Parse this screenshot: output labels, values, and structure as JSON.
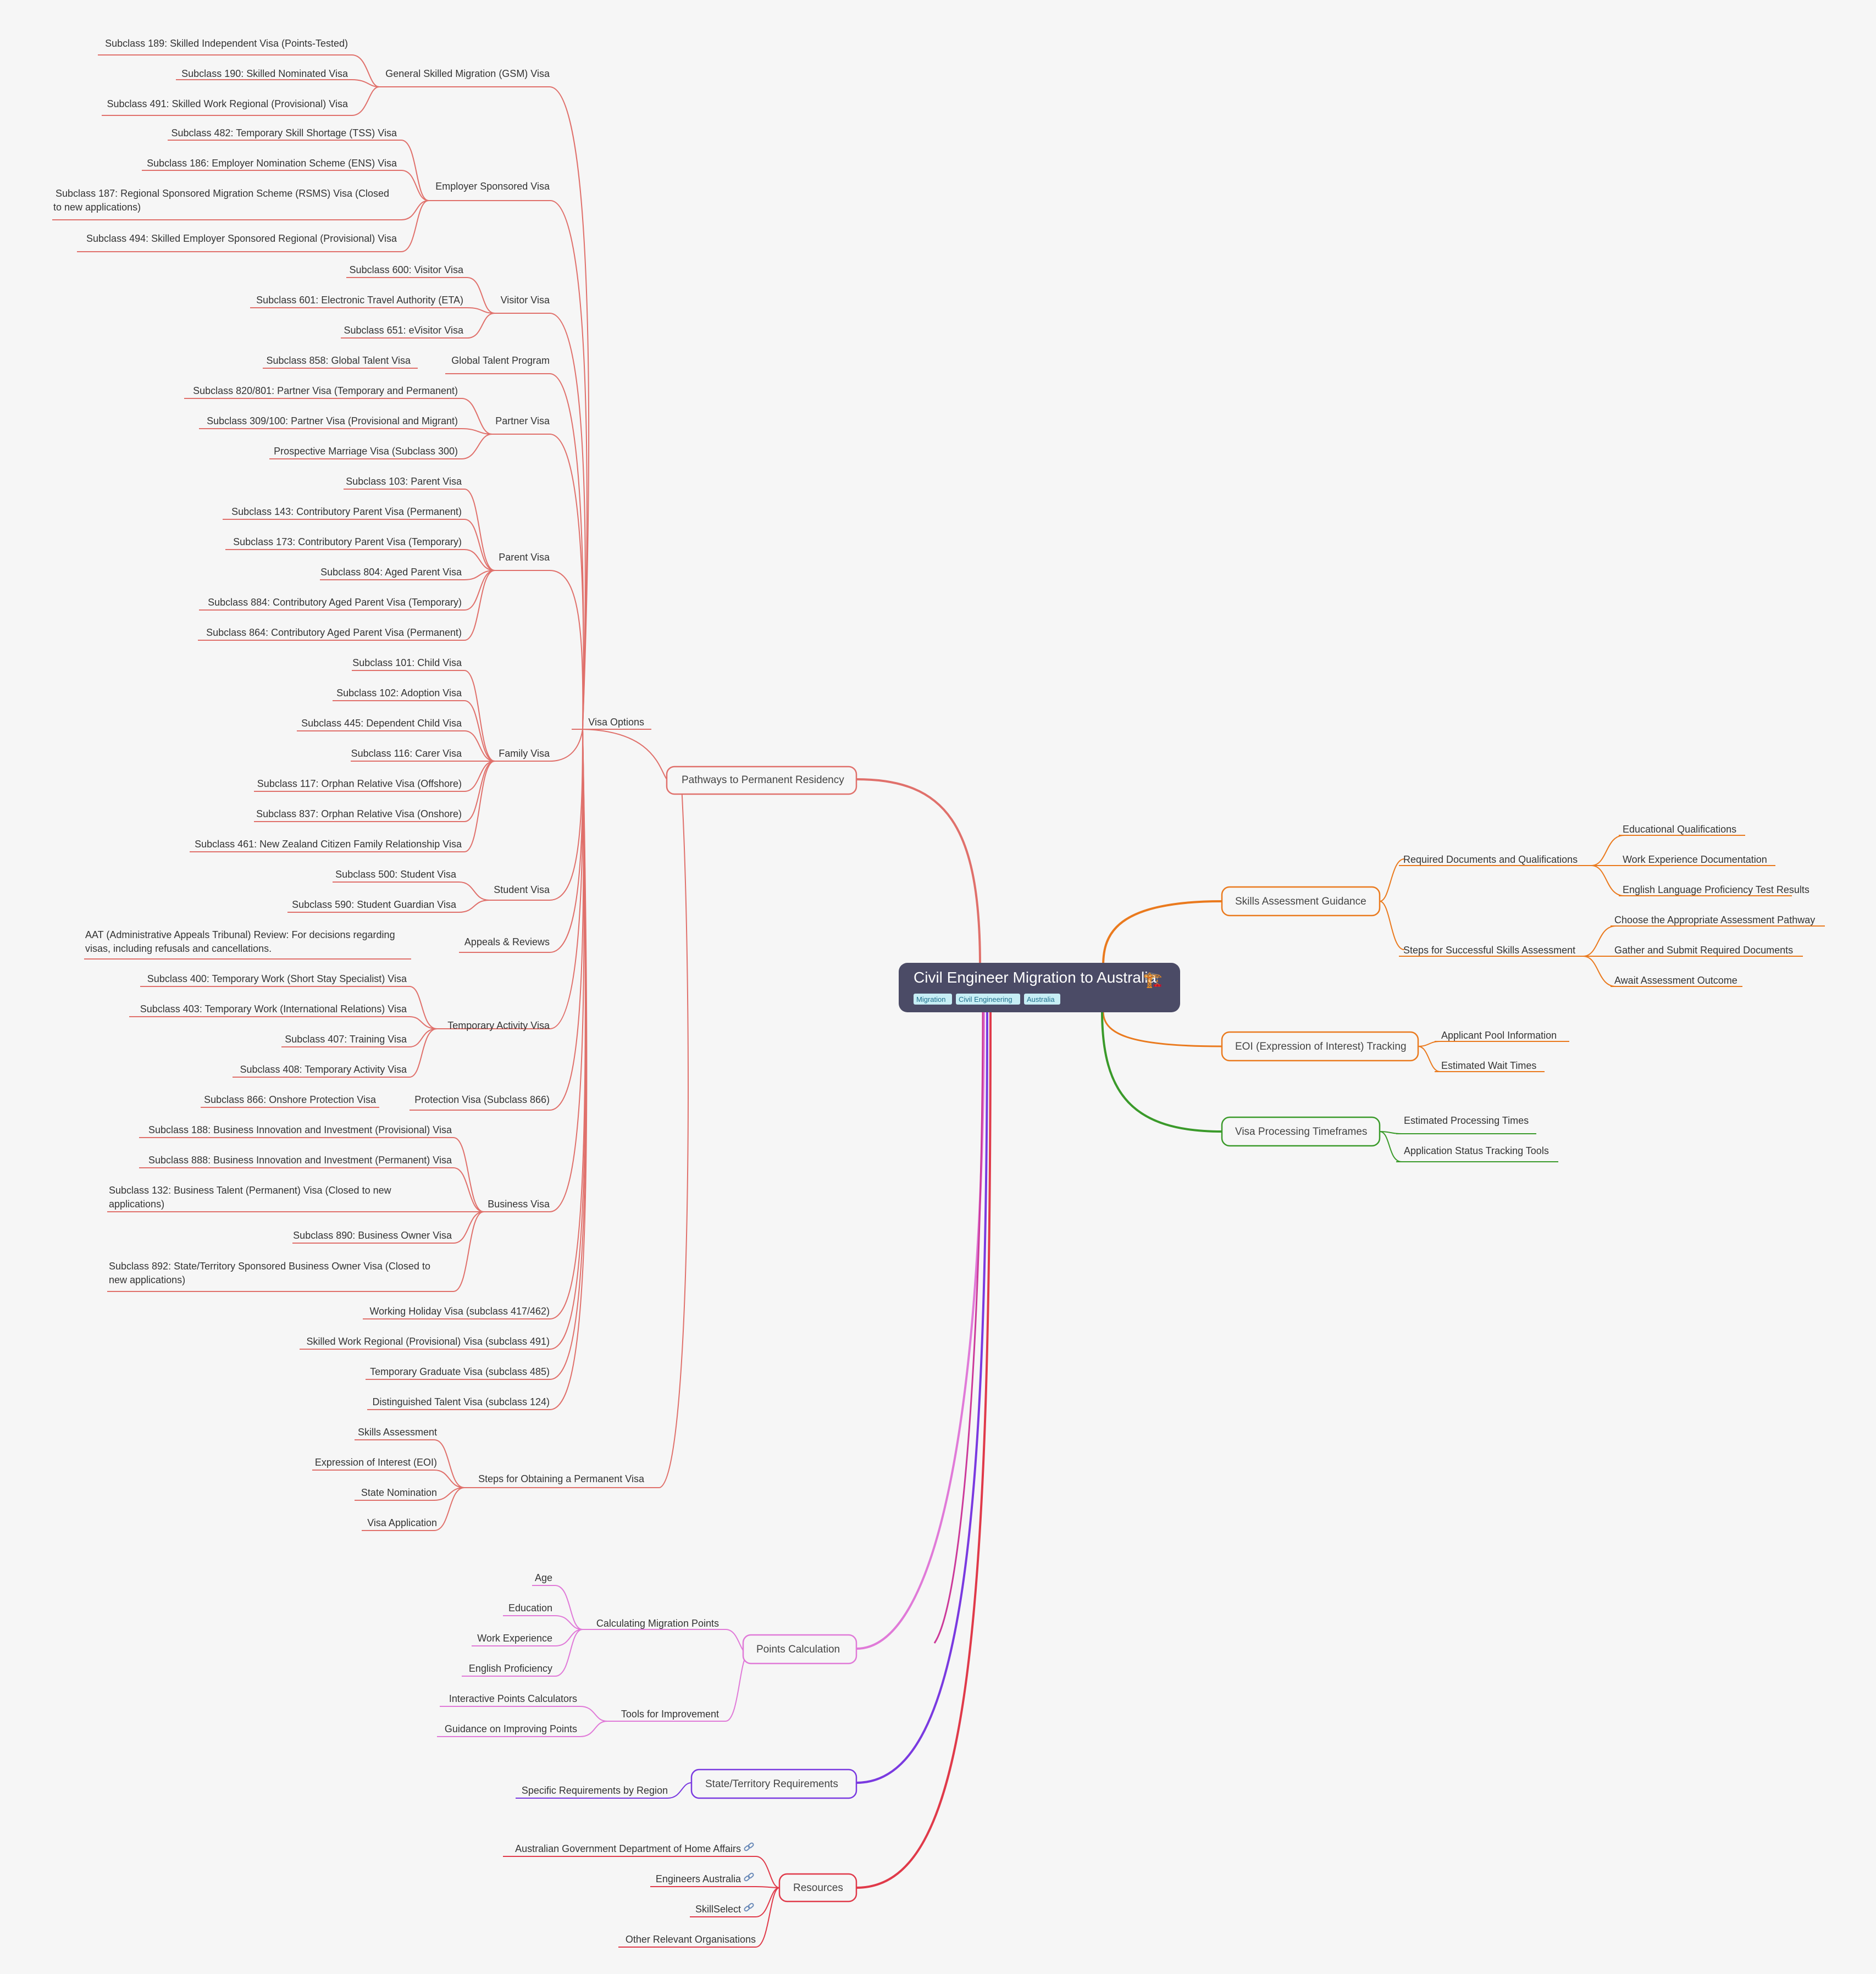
{
  "root": {
    "title": "Civil Engineer Migration to Australia",
    "emoji": "🏗️",
    "tags": [
      "Migration",
      "Civil Engineering",
      "Australia"
    ]
  },
  "colors": {
    "red": "#e0706b",
    "orange": "#ea7a1e",
    "green": "#3a9a2a",
    "pink": "#e07ad8",
    "purple": "#7a3ae0",
    "crimson": "#e03a4a",
    "root_bg": "#4b4b66",
    "tag_bg": "#c7eef5"
  },
  "left": {
    "pathways": "Pathways to Permanent Residency",
    "visa_options": "Visa Options",
    "gsm": {
      "label": "General Skilled Migration (GSM) Visa",
      "items": [
        "Subclass 189: Skilled Independent Visa (Points-Tested)",
        "Subclass 190: Skilled Nominated Visa",
        "Subclass 491: Skilled Work Regional (Provisional) Visa"
      ]
    },
    "employer": {
      "label": "Employer Sponsored Visa",
      "items": [
        "Subclass 482: Temporary Skill Shortage (TSS) Visa",
        "Subclass 186: Employer Nomination Scheme (ENS) Visa",
        "Subclass 187: Regional Sponsored Migration Scheme (RSMS) Visa (Closed",
        "to new applications)",
        "Subclass 494: Skilled Employer Sponsored Regional (Provisional) Visa"
      ]
    },
    "visitor": {
      "label": "Visitor Visa",
      "items": [
        "Subclass 600: Visitor Visa",
        "Subclass 601: Electronic Travel Authority (ETA)",
        "Subclass 651: eVisitor Visa"
      ]
    },
    "global_talent": {
      "label": "Global Talent Program",
      "items": [
        "Subclass 858: Global Talent Visa"
      ]
    },
    "partner": {
      "label": "Partner Visa",
      "items": [
        "Subclass 820/801: Partner Visa (Temporary and Permanent)",
        "Subclass 309/100: Partner Visa (Provisional and Migrant)",
        "Prospective Marriage Visa (Subclass 300)"
      ]
    },
    "parent": {
      "label": "Parent Visa",
      "items": [
        "Subclass 103: Parent Visa",
        "Subclass 143: Contributory Parent Visa (Permanent)",
        "Subclass 173: Contributory Parent Visa (Temporary)",
        "Subclass 804: Aged Parent Visa",
        "Subclass 884: Contributory Aged Parent Visa (Temporary)",
        "Subclass 864: Contributory Aged Parent Visa (Permanent)"
      ]
    },
    "family": {
      "label": "Family Visa",
      "items": [
        "Subclass 101: Child Visa",
        "Subclass 102: Adoption Visa",
        "Subclass 445: Dependent Child Visa",
        "Subclass 116: Carer Visa",
        "Subclass 117: Orphan Relative Visa (Offshore)",
        "Subclass 837: Orphan Relative Visa (Onshore)",
        "Subclass 461: New Zealand Citizen Family Relationship Visa"
      ]
    },
    "student": {
      "label": "Student Visa",
      "items": [
        "Subclass 500: Student Visa",
        "Subclass 590: Student Guardian Visa"
      ]
    },
    "appeals": {
      "label": "Appeals & Reviews",
      "items": [
        "AAT (Administrative Appeals Tribunal) Review: For decisions regarding",
        "visas, including refusals and cancellations."
      ]
    },
    "temporary": {
      "label": "Temporary Activity Visa",
      "items": [
        "Subclass 400: Temporary Work (Short Stay Specialist) Visa",
        "Subclass 403: Temporary Work (International Relations) Visa",
        "Subclass 407: Training Visa",
        "Subclass 408: Temporary Activity Visa"
      ]
    },
    "protection": {
      "label": "Protection Visa (Subclass 866)",
      "items": [
        "Subclass 866: Onshore Protection Visa"
      ]
    },
    "business": {
      "label": "Business Visa",
      "items": [
        "Subclass 188: Business Innovation and Investment (Provisional) Visa",
        "Subclass 888: Business Innovation and Investment (Permanent) Visa",
        "Subclass 132: Business Talent (Permanent) Visa (Closed to new",
        "applications)",
        "Subclass 890: Business Owner Visa",
        "Subclass 892: State/Territory Sponsored Business Owner Visa (Closed to",
        "new applications)"
      ]
    },
    "single_visas": [
      "Working Holiday Visa (subclass 417/462)",
      "Skilled Work Regional (Provisional) Visa (subclass 491)",
      "Temporary Graduate Visa (subclass 485)",
      "Distinguished Talent Visa (subclass 124)"
    ],
    "steps": {
      "label": "Steps for Obtaining a Permanent Visa",
      "items": [
        "Skills Assessment",
        "Expression of Interest (EOI)",
        "State Nomination",
        "Visa Application"
      ]
    },
    "points": {
      "label": "Points Calculation",
      "calc": {
        "label": "Calculating Migration Points",
        "items": [
          "Age",
          "Education",
          "Work Experience",
          "English Proficiency"
        ]
      },
      "tools": {
        "label": "Tools for Improvement",
        "items": [
          "Interactive Points Calculators",
          "Guidance on Improving Points"
        ]
      }
    },
    "state": {
      "label": "State/Territory Requirements",
      "items": [
        "Specific Requirements by Region"
      ]
    },
    "resources": {
      "label": "Resources",
      "items": [
        "Australian Government Department of Home Affairs",
        "Engineers Australia",
        "SkillSelect",
        "Other Relevant Organisations"
      ]
    }
  },
  "right": {
    "skills": {
      "label": "Skills Assessment Guidance",
      "docs": {
        "label": "Required Documents and Qualifications",
        "items": [
          "Educational Qualifications",
          "Work Experience Documentation",
          "English Language Proficiency Test Results"
        ]
      },
      "steps": {
        "label": "Steps for Successful Skills Assessment",
        "items": [
          "Choose the Appropriate Assessment Pathway",
          "Gather and Submit Required Documents",
          "Await Assessment Outcome"
        ]
      }
    },
    "eoi": {
      "label": "EOI (Expression of Interest) Tracking",
      "items": [
        "Applicant Pool Information",
        "Estimated Wait Times"
      ]
    },
    "processing": {
      "label": "Visa Processing Timeframes",
      "items": [
        "Estimated Processing Times",
        "Application Status Tracking Tools"
      ]
    }
  }
}
